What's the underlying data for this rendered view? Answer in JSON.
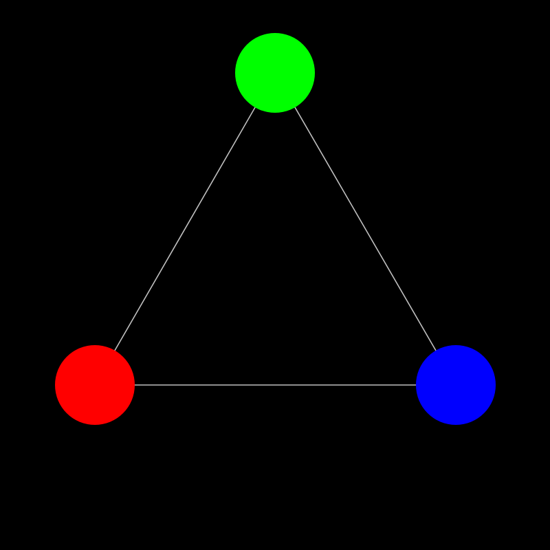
{
  "background_color": "#000000",
  "edge_color": "#c0c0c0",
  "nodes": [
    {
      "id": "green",
      "color": "#00ff00"
    },
    {
      "id": "red",
      "color": "#ff0000"
    },
    {
      "id": "blue",
      "color": "#0000ff"
    }
  ],
  "edges": [
    {
      "from": "green",
      "to": "red"
    },
    {
      "from": "green",
      "to": "blue"
    },
    {
      "from": "red",
      "to": "blue"
    }
  ]
}
